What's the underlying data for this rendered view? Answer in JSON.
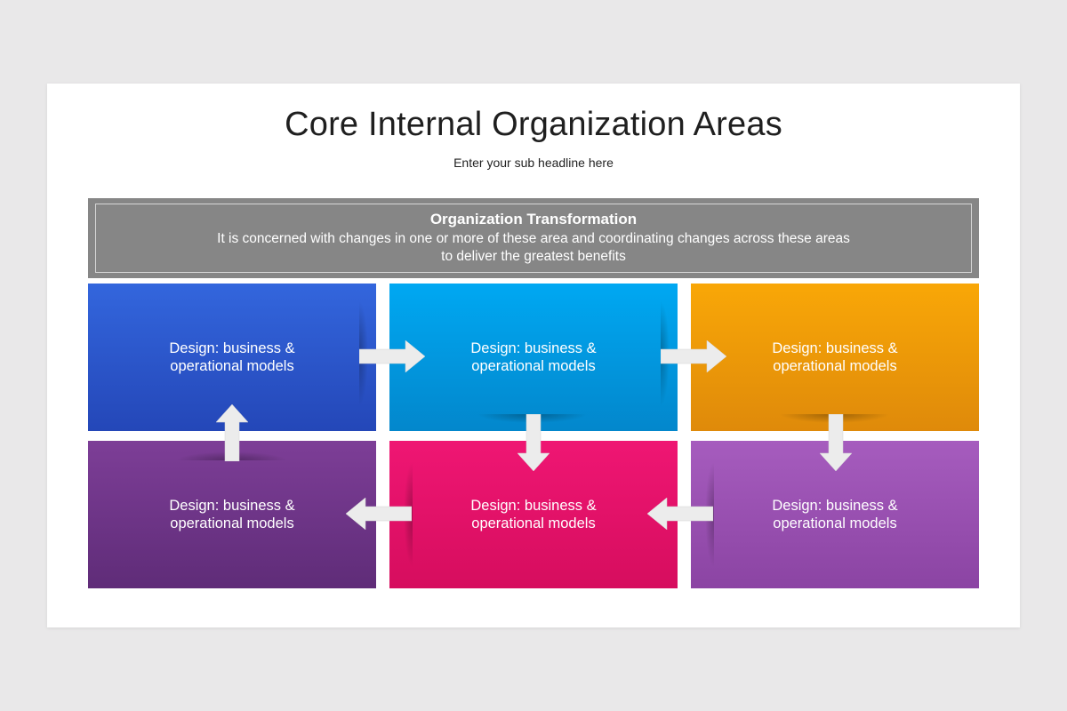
{
  "title": "Core Internal Organization Areas",
  "subtitle": "Enter your sub headline here",
  "banner": {
    "heading": "Organization Transformation",
    "text": "It is concerned with changes in one or more of these area and coordinating changes across these areas to deliver the greatest benefits"
  },
  "boxes": [
    {
      "label": "Design: business & operational models",
      "color": "#2f5fd6"
    },
    {
      "label": "Design: business & operational models",
      "color": "#019fe8"
    },
    {
      "label": "Design: business & operational models",
      "color": "#f29c08"
    },
    {
      "label": "Design: business & operational models",
      "color": "#6f3589"
    },
    {
      "label": "Design: business & operational models",
      "color": "#e8126a"
    },
    {
      "label": "Design: business & operational models",
      "color": "#9b52b4"
    }
  ],
  "colors": {
    "background": "#e9e8e9",
    "slide": "#ffffff",
    "banner": "#868686",
    "arrow": "#ececec"
  },
  "icons": [
    "arrow-right-icon",
    "arrow-right-icon",
    "arrow-down-icon",
    "arrow-down-icon",
    "arrow-left-icon",
    "arrow-left-icon",
    "arrow-up-icon"
  ]
}
